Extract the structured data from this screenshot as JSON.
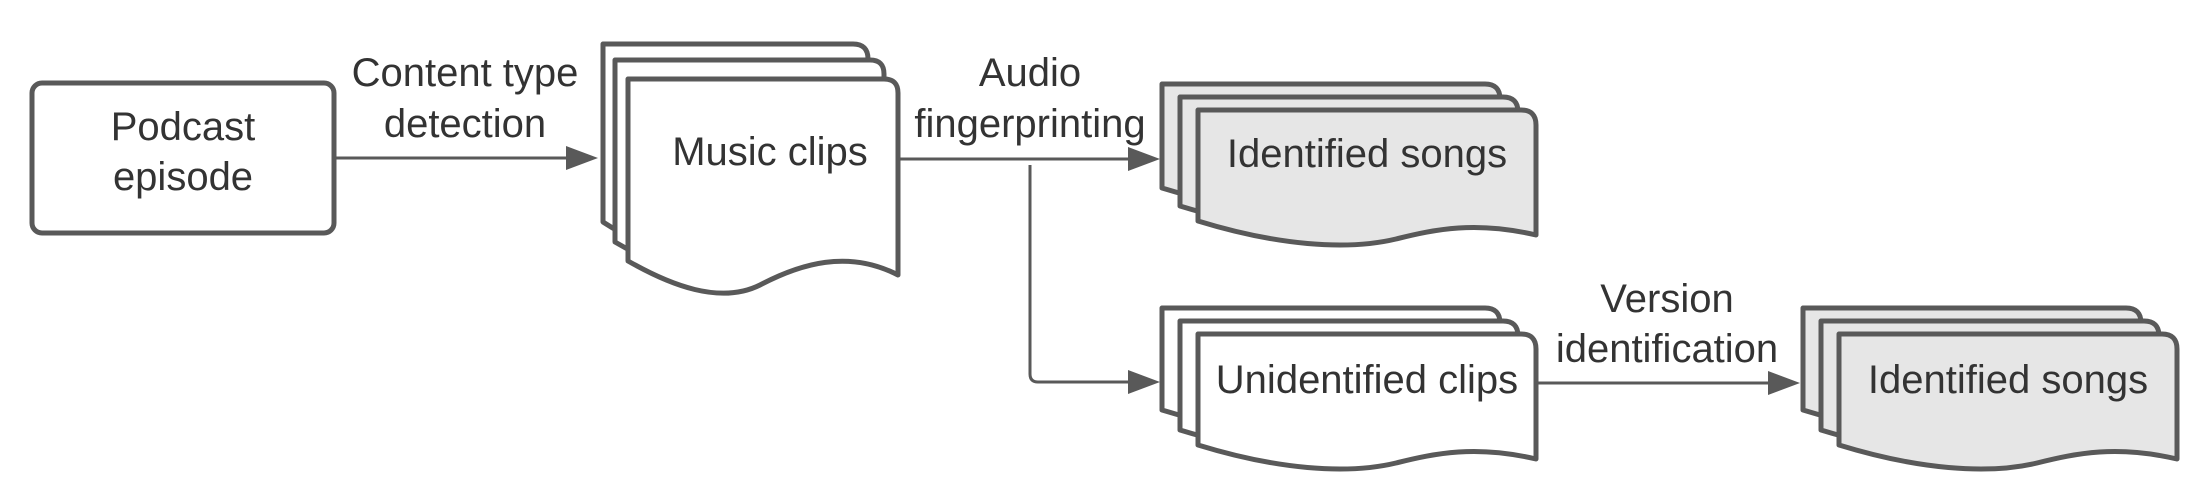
{
  "nodes": {
    "podcast": {
      "line1": "Podcast",
      "line2": "episode"
    },
    "music": {
      "label": "Music clips"
    },
    "identified_top": {
      "label": "Identified songs"
    },
    "unidentified": {
      "label": "Unidentified clips"
    },
    "identified_bottom": {
      "label": "Identified songs"
    }
  },
  "edges": {
    "content_type": {
      "line1": "Content type",
      "line2": "detection"
    },
    "fingerprint": {
      "line1": "Audio",
      "line2": "fingerprinting"
    },
    "version": {
      "line1": "Version",
      "line2": "identification"
    }
  },
  "colors": {
    "stroke": "#595959",
    "text": "#333333",
    "identified_fill": "#e6e6e6"
  }
}
